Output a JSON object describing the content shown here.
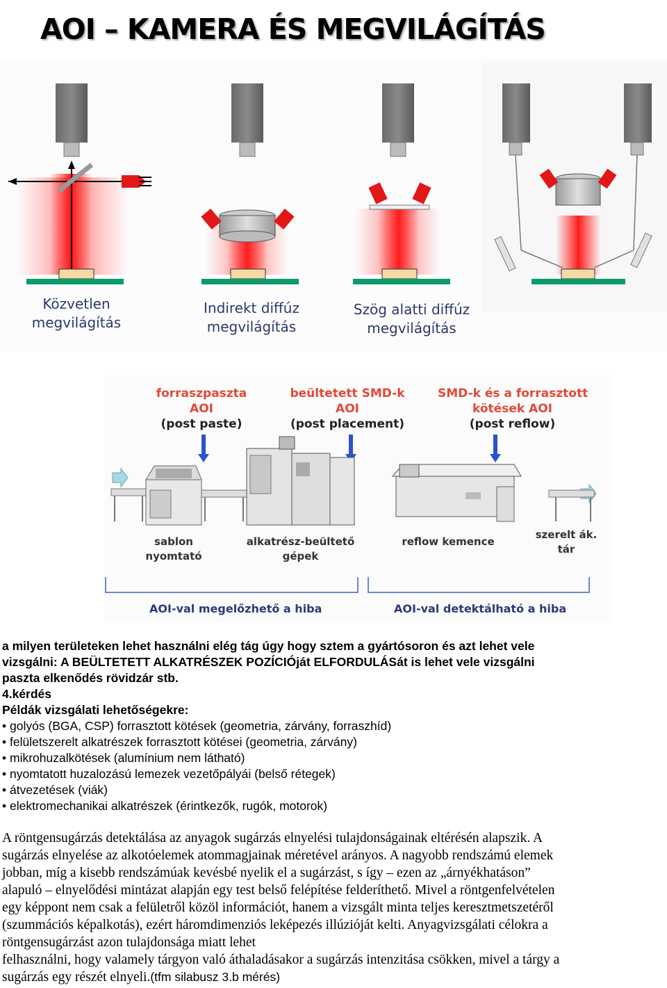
{
  "title": "AOI – KAMERA ÉS MEGVILÁGÍTÁS",
  "lighting_labels": [
    [
      "Közvetlen",
      "megvilágítás"
    ],
    [
      "Indirekt diffúz",
      "megvilágítás"
    ],
    [
      "Szög alatti diffúz",
      "megvilágítás"
    ]
  ],
  "line_diagram": {
    "stage1": [
      "forraszpaszta",
      "AOI",
      "(post paste)"
    ],
    "stage2": [
      "beültetett SMD-k",
      "AOI",
      "(post placement)"
    ],
    "stage3": [
      "SMD-k és a forrasztott",
      "kötések AOI",
      "(post reflow)"
    ],
    "machine1": [
      "sablon",
      "nyomtató"
    ],
    "machine2": [
      "alkatrész-beültető",
      "gépek"
    ],
    "machine3": "reflow kemence",
    "machine4": [
      "szerelt ák.",
      "tár"
    ],
    "bracket_left": "AOI-val megelőzhető a hiba",
    "bracket_right": "AOI-val detektálható a hiba"
  },
  "text_block": {
    "line1": " a milyen területeken lehet használni elég tág úgy hogy sztem a gyártósoron és azt lehet vele",
    "line2": "vizsgálni: A BEÜLTETETT ALKATRÉSZEK POZÍCIÓját ELFORDULÁSát is lehet vele vizsgálni",
    "line3": "paszta elkenődés rövidzár stb.",
    "line4": "4.kérdés",
    "line5": "Példák vizsgálati lehetőségekre:"
  },
  "bullets": [
    "• golyós (BGA, CSP) forrasztott kötések (geometria, zárvány, forraszhíd)",
    "• felületszerelt alkatrészek forrasztott kötései (geometria, zárvány)",
    "• mikrohuzalkötések (alumínium nem látható)",
    "• nyomtatott huzalozású lemezek vezetőpályái (belső rétegek)",
    "• átvezetések (viák)",
    "• elektromechanikai alkatrészek (érintkezők, rugók, motorok)"
  ],
  "paragraph": [
    "A röntgensugárzás detektálása az anyagok sugárzás elnyelési tulajdonságainak eltérésén alapszik. A",
    "sugárzás elnyelése az alkotóelemek atommagjainak méretével arányos. A nagyobb rendszámú elemek",
    "jobban, míg a kisebb rendszámúak kevésbé nyelik el a sugárzást, s így – ezen az „árnyékhatáson”",
    "alapuló – elnyelődési mintázat alapján egy test belső felépítése felderíthető. Mivel a röntgenfelvételen",
    "egy képpont nem csak a felületről közöl információt, hanem a vizsgált minta teljes keresztmetszetéről",
    "(szummációs képalkotás), ezért háromdimenziós leképezés illúzióját kelti. Anyagvizsgálati célokra a",
    "röntgensugárzást azon tulajdonsága miatt lehet",
    "felhasználni, hogy valamely tárgyon való áthaladásakor a sugárzás intenzitása csökken, mivel a tárgy a"
  ],
  "paragraph_last_serif": "sugárzás egy részét elnyeli.",
  "paragraph_last_sans": "(tfm silabusz 3.b mérés)"
}
